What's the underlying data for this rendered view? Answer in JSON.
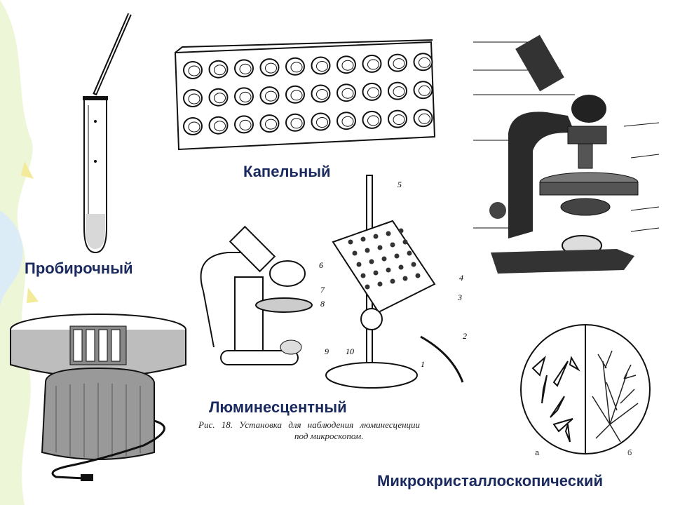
{
  "labels": {
    "test_tube": "Пробирочный",
    "drop_plate": "Капельный",
    "luminescent": "Люминесцентный",
    "microcrystal": "Микрокристаллоскопический"
  },
  "caption": {
    "line1": "Рис. 18. Установка для наблюдения люминесценции",
    "line2": "под микроскопом."
  },
  "circle_labels": {
    "a": "а",
    "b": "б"
  },
  "apparatus_numbers": [
    "1",
    "2",
    "3",
    "4",
    "5",
    "6",
    "7",
    "8",
    "9",
    "10"
  ]
}
